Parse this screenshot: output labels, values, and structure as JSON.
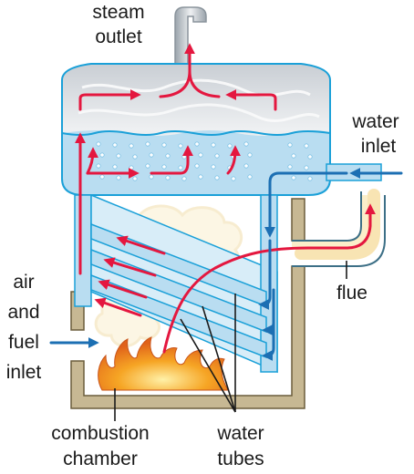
{
  "labels": {
    "steam_outlet": [
      "steam",
      "outlet"
    ],
    "water_inlet": [
      "water",
      "inlet"
    ],
    "flue": "flue",
    "air_fuel_inlet": [
      "air",
      "and",
      "fuel",
      "inlet"
    ],
    "combustion_chamber": [
      "combustion",
      "chamber"
    ],
    "water_tubes": [
      "water",
      "tubes"
    ]
  },
  "colors": {
    "hot_gas_arrow": "#e4173f",
    "water_arrow": "#1c6fb3",
    "water_fill": "#b9ddf1",
    "drum_outline": "#1aa0d8",
    "steam_fill": "#d9dde2",
    "furnace_wall": "#c7b893",
    "flame": "#f08a1c"
  }
}
